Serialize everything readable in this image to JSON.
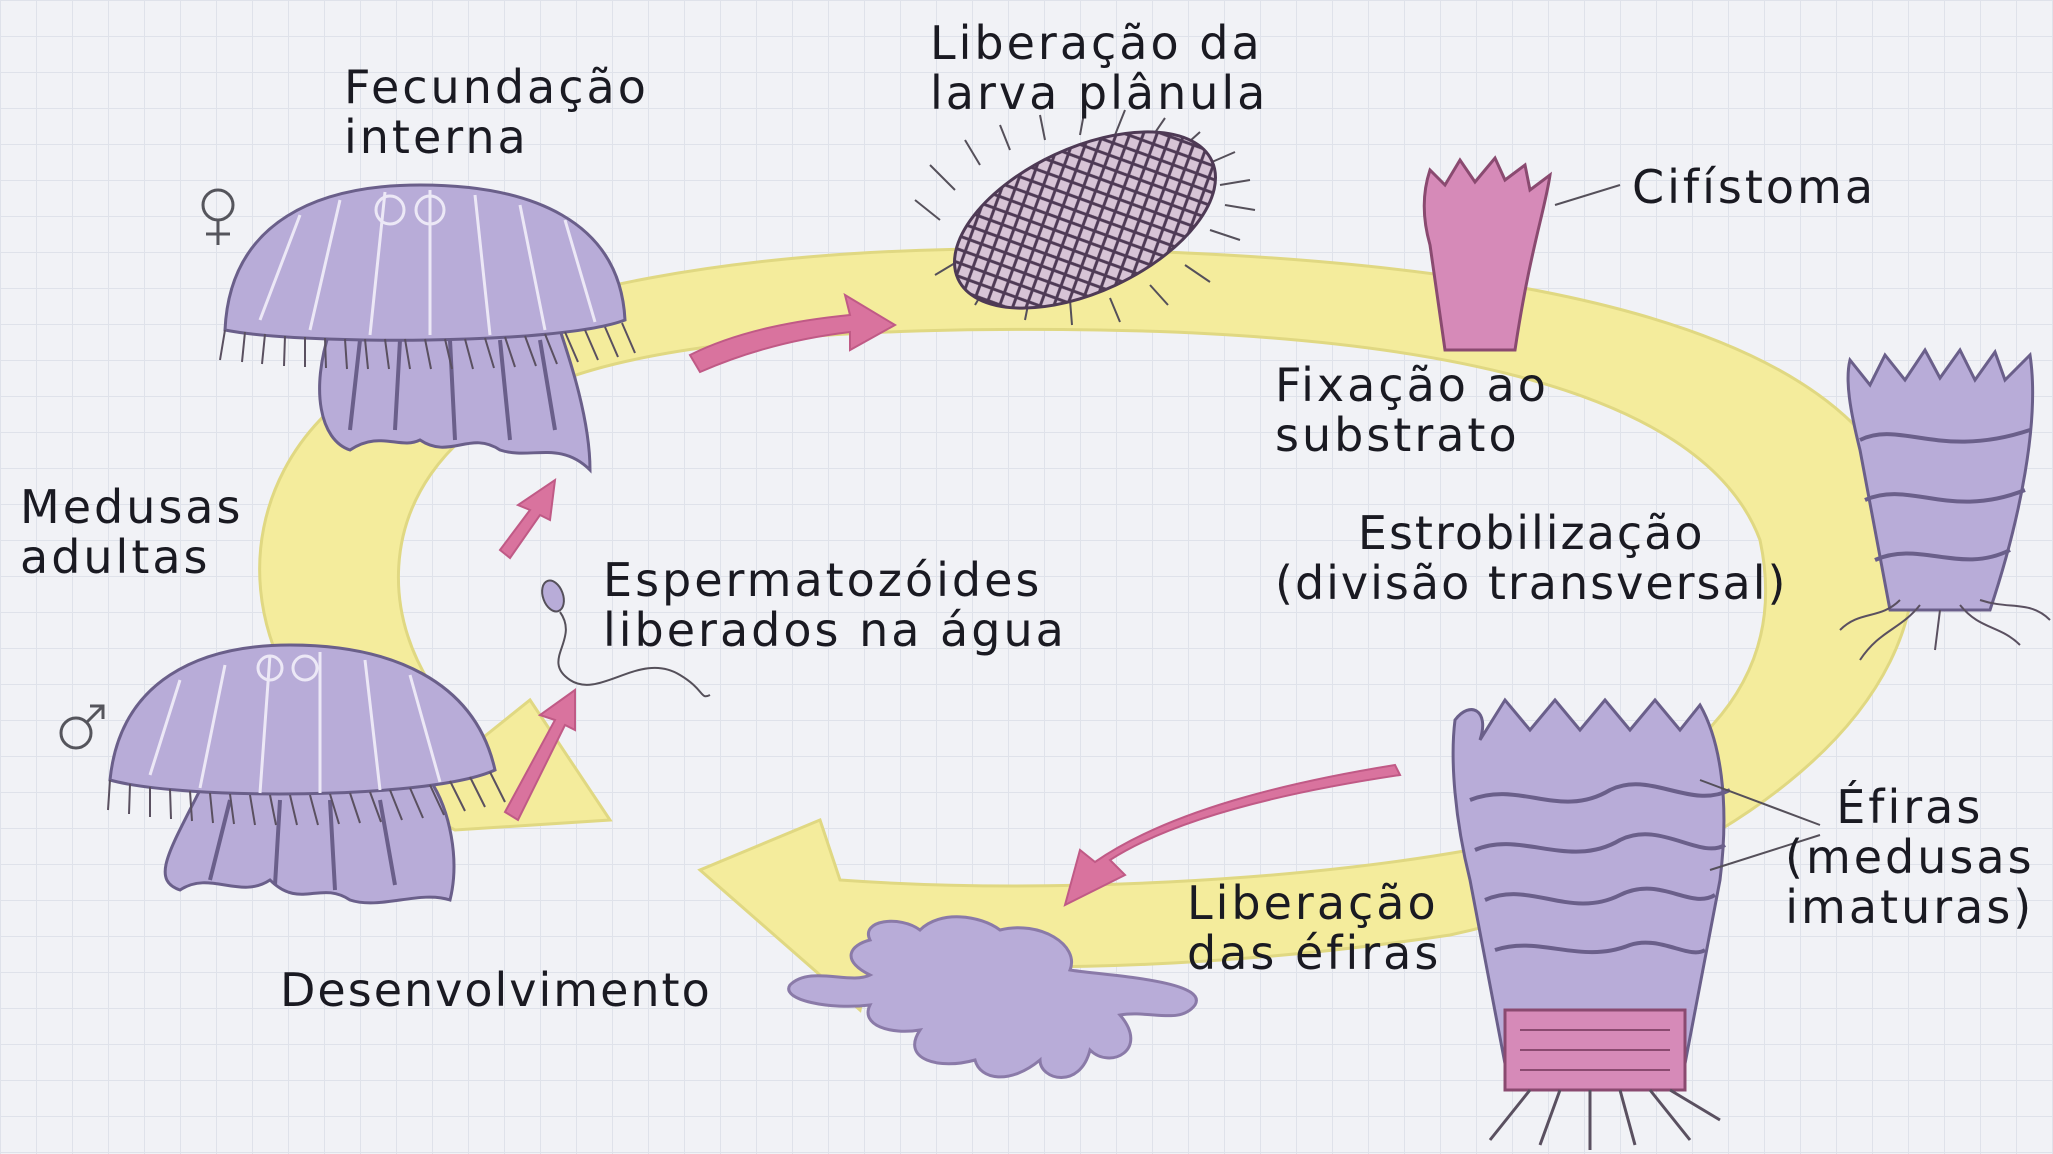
{
  "labels": {
    "fecundacao": "Fecundação\ninterna",
    "liberacao_larva": "Liberação da\nlarva plânula",
    "cifistoma": "Cifístoma",
    "fixacao": "Fixação ao\nsubstrato",
    "estrobilizacao": "Estrobilização\n(divisão transversal)",
    "medusas_adultas": "Medusas\nadultas",
    "espermatozoides": "Espermatozóides\nliberados na água",
    "efiras": "Éfiras\n(medusas\nimaturas)",
    "liberacao_efiras": "Liberação\ndas éfiras",
    "desenvolvimento": "Desenvolvimento"
  },
  "colors": {
    "cycle_arrow": "#f4ec9c",
    "medusa_body": "#b8acd8",
    "medusa_outline": "#6a5f8a",
    "polyp": "#d68ab8",
    "arrow_pink": "#d9739e"
  },
  "icons": {
    "female": "female-symbol-icon",
    "male": "male-symbol-icon"
  }
}
